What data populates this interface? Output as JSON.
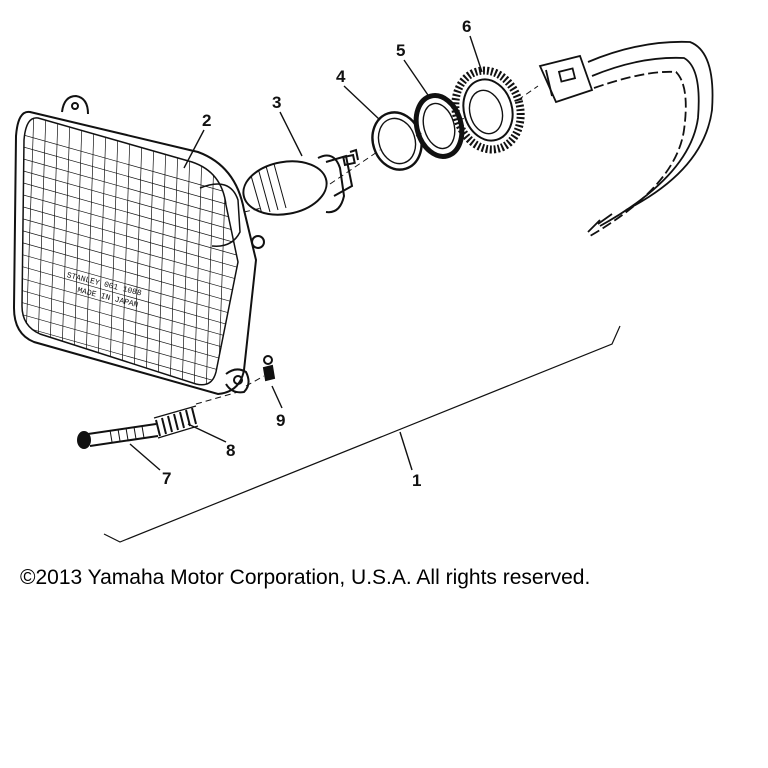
{
  "diagram": {
    "callouts": {
      "c1": "1",
      "c2": "2",
      "c3": "3",
      "c4": "4",
      "c5": "5",
      "c6": "6",
      "c7": "7",
      "c8": "8",
      "c9": "9"
    },
    "lens_stamp": {
      "line1": "STANLEY 001 1088",
      "line2": "MADE IN JAPAN"
    }
  },
  "footer": {
    "copyright": "©2013 Yamaha Motor Corporation, U.S.A. All rights reserved."
  },
  "colors": {
    "ink": "#111111",
    "background": "#ffffff"
  }
}
